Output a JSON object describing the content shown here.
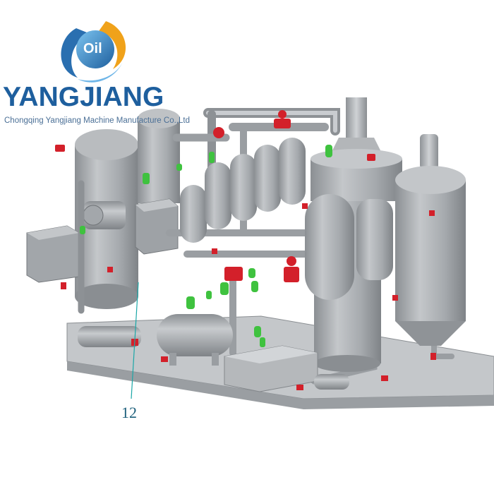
{
  "brand": {
    "logo_text": "Oil",
    "name": "YANGJIANG",
    "subtitle": "Chongqing Yangjiang Machine Manufacture Co.,Ltd",
    "colors": {
      "primary": "#1e5f9e",
      "accent": "#f0a21a",
      "light": "#6fb6e8"
    }
  },
  "diagram": {
    "callout_label": "12",
    "colors": {
      "equipment": "#a9adb1",
      "equipment_dark": "#7d8185",
      "base": "#c9cccf",
      "valve_red": "#d3202a",
      "valve_green": "#3fc23f",
      "leader": "#1aa7a7"
    }
  }
}
